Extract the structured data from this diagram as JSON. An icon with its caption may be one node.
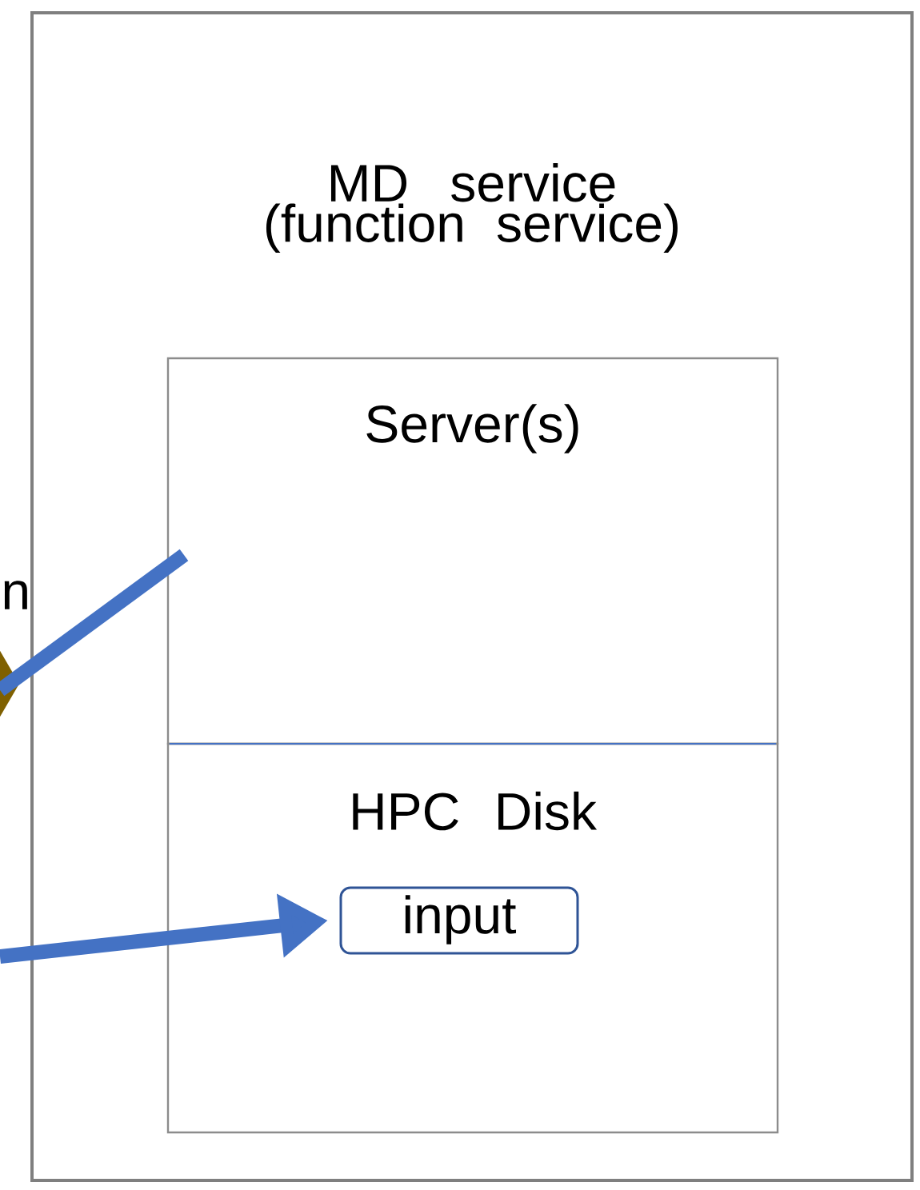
{
  "diagram": {
    "nodes": [
      {
        "text": [
          "MD service (function service)"
        ]
      },
      {
        "text": [
          "Server(s)"
        ],
        "in": 0
      },
      {
        "text": [
          "HPC Disk"
        ],
        "in": 0
      },
      {
        "text": [
          "input"
        ],
        "in": 2
      },
      {
        "text": [],
        "shape": "diamond"
      }
    ],
    "edges": [
      {
        "from": 4,
        "to": 1,
        "arrow": "none"
      },
      {
        "from": null,
        "to": 3,
        "arrow": "to"
      }
    ],
    "labels": [
      "n"
    ]
  }
}
